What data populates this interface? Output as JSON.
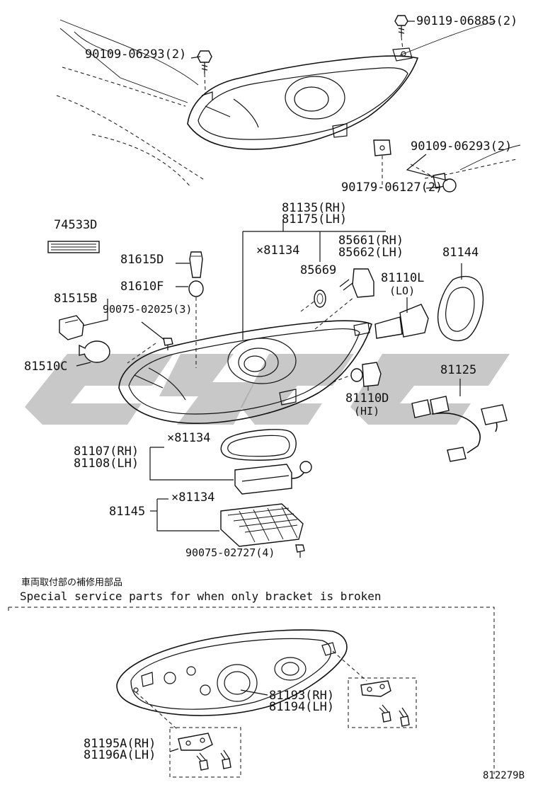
{
  "callouts": {
    "c1": "90119-06885(2)",
    "c2": "90109-06293(2)",
    "c3": "90109-06293(2)",
    "c4": "90179-06127(2)",
    "c5a": "81135(RH)",
    "c5b": "81175(LH)",
    "c6": "74533D",
    "c7": "×81134",
    "c8a": "85661(RH)",
    "c8b": "85662(LH)",
    "c9": "81144",
    "c10": "81615D",
    "c11": "85669",
    "c12a": "81110L",
    "c12b": "(LO)",
    "c13": "81610F",
    "c14": "81515B",
    "c15": "90075-02025(3)",
    "c16": "81510C",
    "c17": "81125",
    "c18a": "81110D",
    "c18b": "(HI)",
    "c19": "×81134",
    "c20a": "81107(RH)",
    "c20b": "81108(LH)",
    "c21": "×81134",
    "c22": "81145",
    "c23": "90075-02727(4)",
    "c24a": "81193(RH)",
    "c24b": "81194(LH)",
    "c25a": "81195A(RH)",
    "c25b": "81196A(LH)"
  },
  "note_jp": "車両取付部の補修用部品",
  "note_en": "Special service parts for when only bracket is broken",
  "diagram_code": "812279B",
  "colors": {
    "line": "#111111",
    "watermark": "#9a9a9a",
    "background": "#ffffff"
  }
}
